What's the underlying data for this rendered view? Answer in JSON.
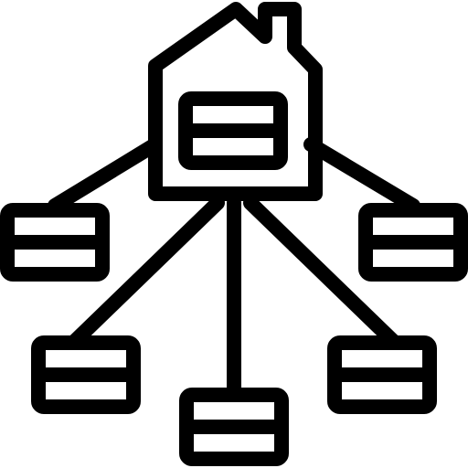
{
  "icon": {
    "name": "home-network-icon",
    "stroke_color": "#000000",
    "background_color": "#ffffff",
    "parts": [
      "house-icon",
      "chimney-icon",
      "central-server-icon",
      "connection-lines",
      "node-server-icons"
    ],
    "node_count": 5
  }
}
